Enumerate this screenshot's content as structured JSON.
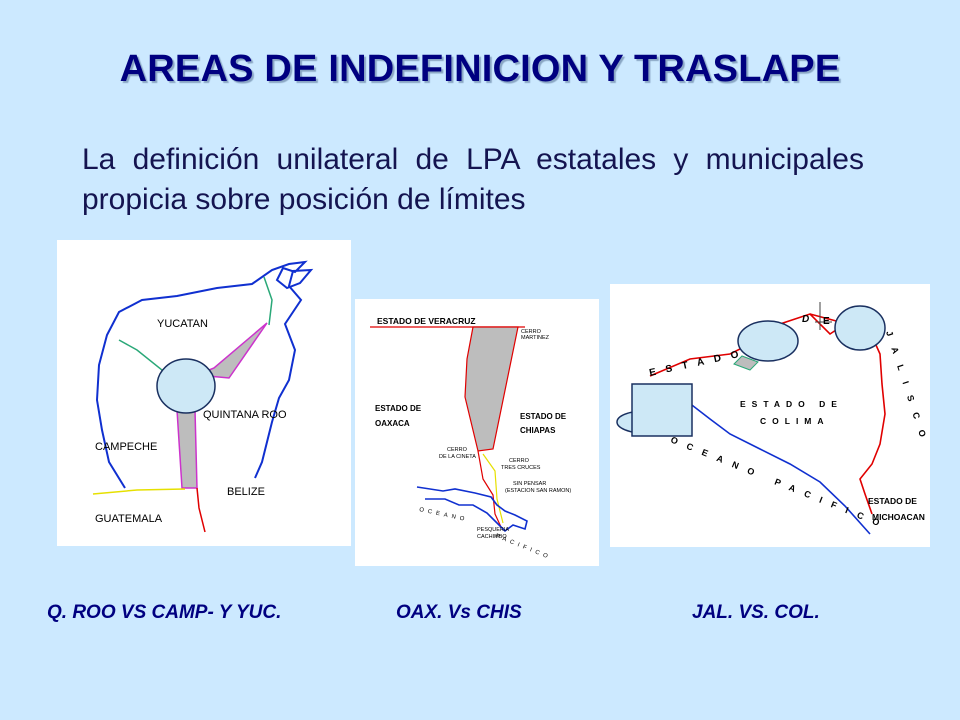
{
  "slide": {
    "title": "AREAS DE INDEFINICION Y TRASLAPE",
    "subtitle": "La definición unilateral de LPA estatales y municipales propicia sobre posición de límites"
  },
  "maps": [
    {
      "caption": "Q. ROO VS CAMP- Y YUC.",
      "labels": {
        "yucatan": "YUCATAN",
        "quintana_roo": "QUINTANA ROO",
        "campeche": "CAMPECHE",
        "belize": "BELIZE",
        "guatemala": "GUATEMALA"
      }
    },
    {
      "caption": "OAX. Vs CHIS",
      "labels": {
        "veracruz": "ESTADO DE VERACRUZ",
        "cerro_martinez_1": "CERRO",
        "cerro_martinez_2": "MARTINEZ",
        "oaxaca_1": "ESTADO DE",
        "oaxaca_2": "OAXACA",
        "chiapas_1": "ESTADO DE",
        "chiapas_2": "CHIAPAS",
        "cerro_cineta_1": "CERRO",
        "cerro_cineta_2": "DE LA CINETA",
        "tres_cruces_1": "CERRO",
        "tres_cruces_2": "TRES CRUCES",
        "sin_pensar_1": "SIN PENSAR",
        "sin_pensar_2": "(ESTACION SAN RAMON)",
        "pesqueria_1": "PESQUERIA",
        "pesqueria_2": "CACHIMBO",
        "oceano": "OCEANO",
        "pacifico": "PACIFICO"
      }
    },
    {
      "caption": "JAL. VS. COL.",
      "labels": {
        "estado_arc": "ESTADO",
        "de": "D",
        "e": "E",
        "jalisco": "JALISCO",
        "colima_1": "ESTADO DE",
        "colima_2": "COLIMA",
        "oceano_pacifico": "OCEANO PACIFICO",
        "michoacan_1": "ESTADO DE",
        "michoacan_2": "MICHOACAN"
      }
    }
  ],
  "colors": {
    "background": "#cce9ff",
    "title": "#000080",
    "overlap": "#bdbdbd",
    "marker_fill": "#cde8f6",
    "coast": "#1030d0",
    "boundary_red": "#e00000",
    "boundary_green": "#2aa878",
    "boundary_yellow": "#e6e000"
  }
}
